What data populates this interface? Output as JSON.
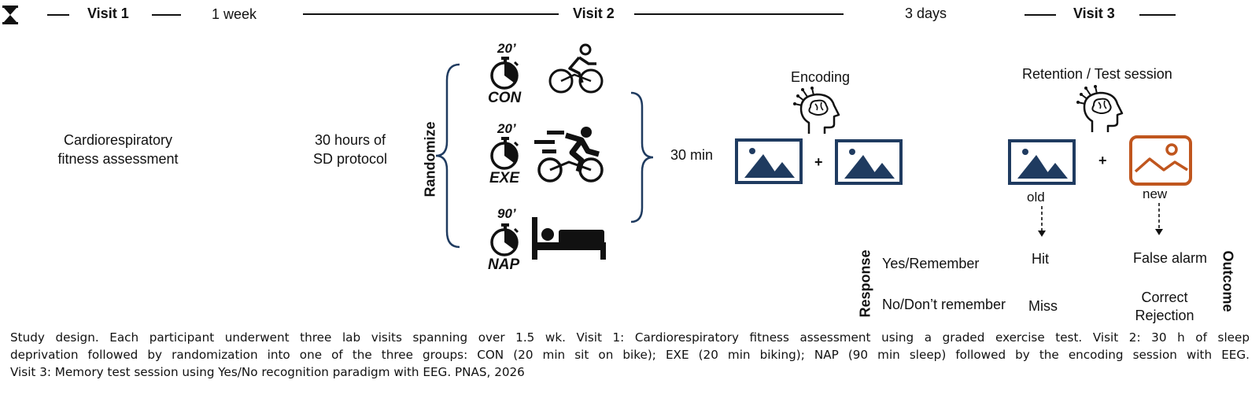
{
  "timeline": {
    "visit1": "Visit 1",
    "gap1": "1 week",
    "visit2": "Visit 2",
    "gap2": "3 days",
    "visit3": "Visit 3"
  },
  "visit1": {
    "task_line1": "Cardiorespiratory",
    "task_line2": "fitness assessment"
  },
  "visit2": {
    "sd_line1": "30 hours of",
    "sd_line2": "SD protocol",
    "randomize": "Randomize",
    "conditions": [
      {
        "duration": "20’",
        "label": "CON",
        "icon": "stationary-bike-icon"
      },
      {
        "duration": "20’",
        "label": "EXE",
        "icon": "biking-icon"
      },
      {
        "duration": "90’",
        "label": "NAP",
        "icon": "bed-icon"
      }
    ],
    "delay": "30 min",
    "encoding": "Encoding",
    "plus": "+"
  },
  "visit3": {
    "session": "Retention / Test session",
    "plus": "+",
    "old": "old",
    "new": "new"
  },
  "response_table": {
    "response_axis": "Response",
    "outcome_axis": "Outcome",
    "yes": "Yes/Remember",
    "no": "No/Don’t remember",
    "hit": "Hit",
    "miss": "Miss",
    "false_alarm": "False alarm",
    "correct_rejection_line1": "Correct",
    "correct_rejection_line2": "Rejection"
  },
  "colors": {
    "old_image": "#1f3b60",
    "new_image": "#c0561e",
    "brace": "#1f3b60"
  },
  "caption": {
    "line1": "Study design. Each participant underwent three lab visits spanning over 1.5 wk. Visit 1: Cardiorespiratory fitness assessment using a graded exercise test. Visit 2: 30 h of sleep",
    "line2": "deprivation followed by randomization into one of the three groups: CON (20 min sit on bike); EXE (20 min biking); NAP (90 min sleep) followed by the encoding session with EEG.",
    "line3": "Visit 3: Memory test session using Yes/No recognition paradigm with EEG. PNAS, 2026"
  }
}
